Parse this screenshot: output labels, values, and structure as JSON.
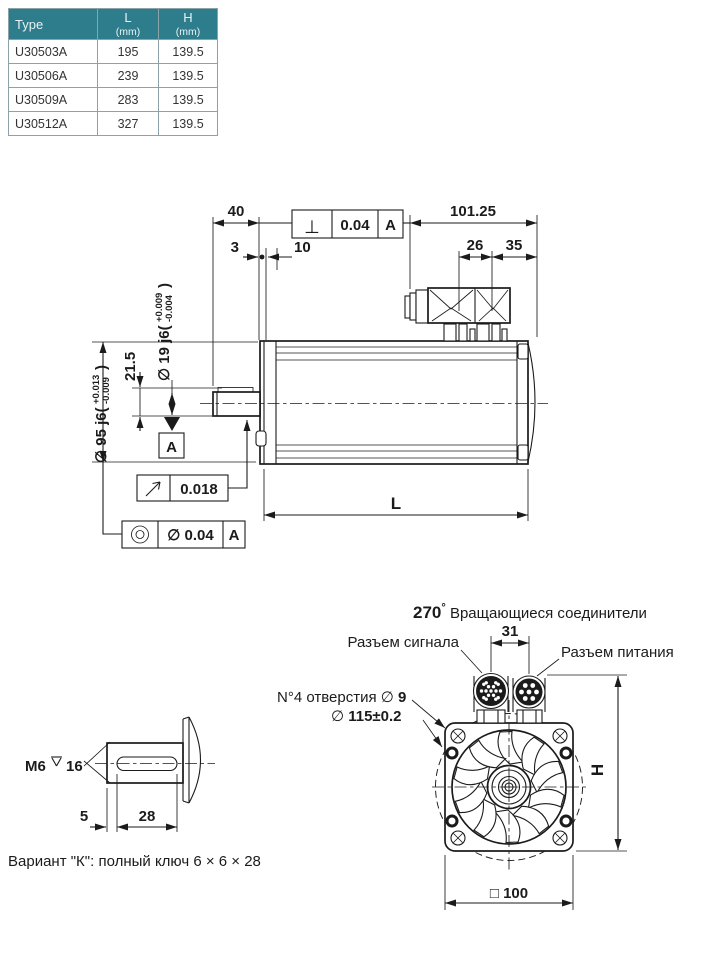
{
  "table": {
    "col_type": "Type",
    "col_l": "L",
    "col_l_unit": "(mm)",
    "col_h": "H",
    "col_h_unit": "(mm)",
    "rows": [
      {
        "type": "U30503A",
        "l": "195",
        "h": "139.5"
      },
      {
        "type": "U30506A",
        "l": "239",
        "h": "139.5"
      },
      {
        "type": "U30509A",
        "l": "283",
        "h": "139.5"
      },
      {
        "type": "U30512A",
        "l": "327",
        "h": "139.5"
      }
    ]
  },
  "colors": {
    "header_bg": "#2e7d8d",
    "line": "#1b1b1b"
  },
  "side": {
    "dim_40": "40",
    "dim_3": "3",
    "dim_10": "10",
    "dim_101": "101.25",
    "dim_26": "26",
    "dim_35": "35",
    "dim_L": "L",
    "dim_21_5": "21.5",
    "perp_symbol": "⊥",
    "perp_value": "0.04",
    "perp_datum": "A",
    "runout_value": "0.018",
    "conc_value": "∅ 0.04",
    "conc_datum": "A",
    "datum_a": "A",
    "shaft_dia_main": "∅ 19 j6(",
    "shaft_dia_plus": "+0.009",
    "shaft_dia_minus": "-0.004",
    "shaft_dia_close": ")",
    "flange_dia_main": "∅ 95 j6(",
    "flange_dia_plus": "+0.013",
    "flange_dia_minus": "-0.009",
    "flange_dia_close": ")"
  },
  "rear": {
    "title_angle": "270",
    "title_degree": "°",
    "title_text": " Вращающиеся соединители",
    "signal_label": "Разъем сигнала",
    "power_label": "Разъем питания",
    "dim_31": "31",
    "holes_prefix": "N°4 отверстия ∅ ",
    "holes_bold": "9",
    "bc_prefix": "∅ ",
    "bc_bold": "115±0.2",
    "dim_H": "H",
    "square_symbol": "□ ",
    "square_value": "100"
  },
  "key": {
    "thread": "M6",
    "depth": "16",
    "dim_5": "5",
    "dim_28": "28",
    "caption": "Вариант \"К\": полный ключ 6 × 6 × 28"
  }
}
